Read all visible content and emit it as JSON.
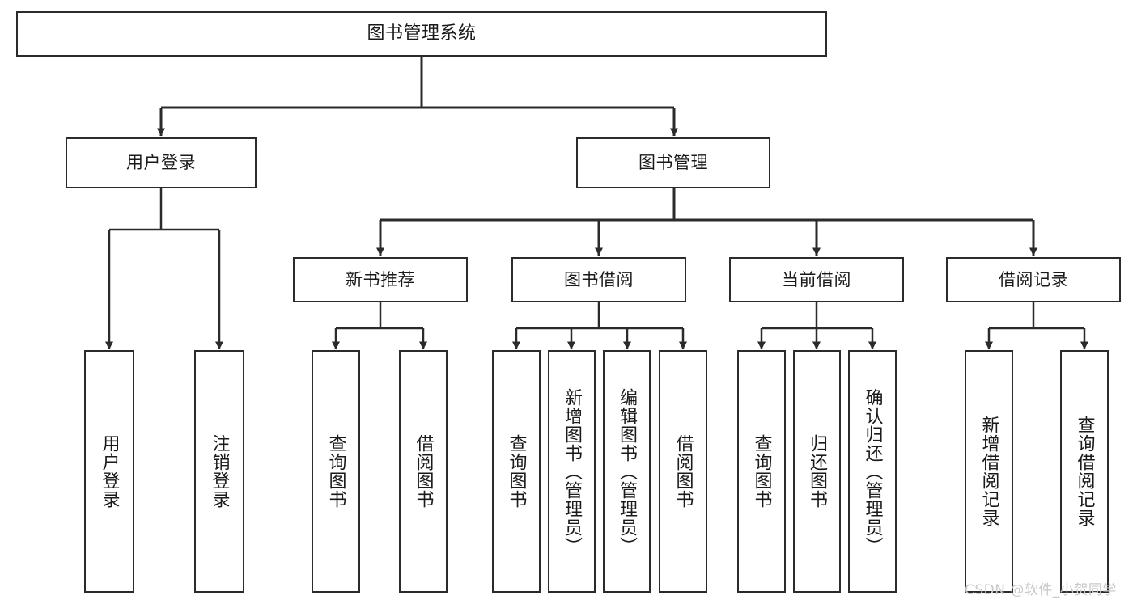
{
  "diagram": {
    "title": "图书管理系统",
    "type": "tree-hierarchy",
    "levels": 4,
    "root": {
      "id": "root",
      "label": "图书管理系统"
    },
    "level2": [
      {
        "id": "user-login",
        "label": "用户登录"
      },
      {
        "id": "book-manage",
        "label": "图书管理"
      }
    ],
    "level3": [
      {
        "id": "new-book-rec",
        "label": "新书推荐",
        "parent": "book-manage"
      },
      {
        "id": "book-borrow",
        "label": "图书借阅",
        "parent": "book-manage"
      },
      {
        "id": "current-borrow",
        "label": "当前借阅",
        "parent": "book-manage"
      },
      {
        "id": "borrow-record",
        "label": "借阅记录",
        "parent": "book-manage"
      }
    ],
    "leaves": [
      {
        "id": "leaf-user-login",
        "label": "用户登录",
        "parent": "user-login"
      },
      {
        "id": "leaf-user-logout",
        "label": "注销登录",
        "parent": "user-login"
      },
      {
        "id": "leaf-query-book-1",
        "label": "查询图书",
        "parent": "new-book-rec"
      },
      {
        "id": "leaf-borrow-book-1",
        "label": "借阅图书",
        "parent": "new-book-rec"
      },
      {
        "id": "leaf-query-book-2",
        "label": "查询图书",
        "parent": "book-borrow"
      },
      {
        "id": "leaf-add-book",
        "label": "新增图书（管理员）",
        "parent": "book-borrow"
      },
      {
        "id": "leaf-edit-book",
        "label": "编辑图书（管理员）",
        "parent": "book-borrow"
      },
      {
        "id": "leaf-borrow-book-2",
        "label": "借阅图书",
        "parent": "book-borrow"
      },
      {
        "id": "leaf-query-book-3",
        "label": "查询图书",
        "parent": "current-borrow"
      },
      {
        "id": "leaf-return-book",
        "label": "归还图书",
        "parent": "current-borrow"
      },
      {
        "id": "leaf-confirm-return",
        "label": "确认归还（管理员）",
        "parent": "current-borrow"
      },
      {
        "id": "leaf-add-record",
        "label": "新增借阅记录",
        "parent": "borrow-record"
      },
      {
        "id": "leaf-query-record",
        "label": "查询借阅记录",
        "parent": "borrow-record"
      }
    ],
    "colors": {
      "stroke": "#2b2b2b",
      "fill": "#ffffff",
      "text": "#1a1a1a",
      "watermark": "#c9c9c9"
    }
  },
  "watermark": {
    "text": "CSDN @软件_小贺同学"
  }
}
